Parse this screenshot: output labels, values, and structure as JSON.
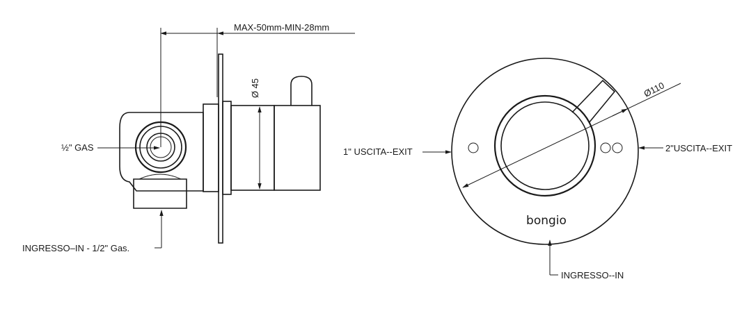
{
  "side_view": {
    "dimension_label": "MAX-50mm-MIN-28mm",
    "diameter_label": "Ø 45",
    "gas_label": "½\" GAS",
    "inlet_label": "INGRESSO–IN - 1/2\" Gas."
  },
  "front_view": {
    "diameter_label": "Ø110",
    "exit1_label": "1\" USCITA--EXIT",
    "exit2_label": "2\"USCITA--EXIT",
    "inlet_label": "INGRESSO--IN",
    "brand_logo": "bongio"
  }
}
